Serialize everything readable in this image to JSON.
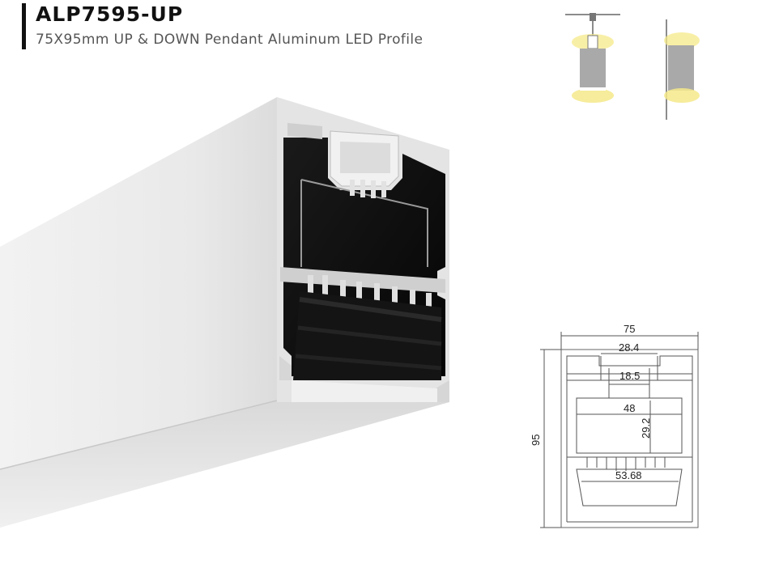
{
  "header": {
    "title": "ALP7595-UP",
    "subtitle": "75X95mm UP & DOWN Pendant Aluminum LED Profile"
  },
  "drawing": {
    "width": "75",
    "height": "95",
    "top_channel": "28.4",
    "inner_channel": "18.5",
    "mid_width": "48",
    "mid_height": "29.2",
    "bottom_channel": "53.68"
  },
  "colors": {
    "profile_silver": "#e6e6e6",
    "profile_black": "#0b0b0b",
    "light_glow": "#f5e98a",
    "housing_grey": "#a9a9a9"
  }
}
